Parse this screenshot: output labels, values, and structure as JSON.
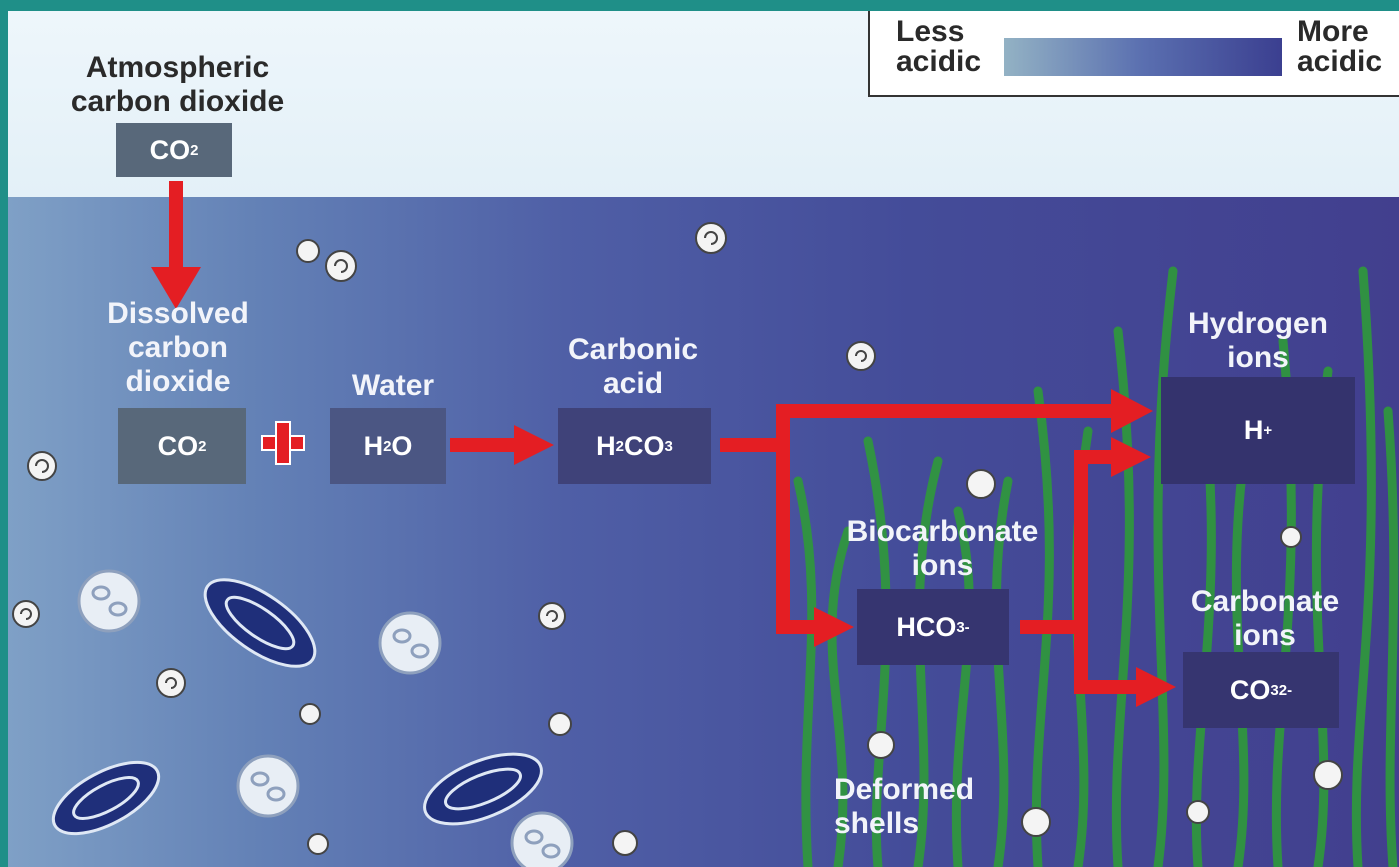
{
  "colors": {
    "arrow": "#e41e23",
    "box_gray": "#58687a",
    "box_dark": "#3a3a78",
    "legend_low": "#93b2c4",
    "legend_high": "#3b3f90",
    "seagrass": "#2f9a3a"
  },
  "legend": {
    "left_label": [
      "Less",
      "acidic"
    ],
    "right_label": [
      "More",
      "acidic"
    ]
  },
  "labels": {
    "atmospheric_co2": [
      "Atmospheric",
      "carbon dioxide"
    ],
    "dissolved_co2": [
      "Dissolved",
      "carbon",
      "dioxide"
    ],
    "water": [
      "Water"
    ],
    "carbonic_acid": [
      "Carbonic",
      "acid"
    ],
    "hydrogen_ions": [
      "Hydrogen",
      "ions"
    ],
    "biocarbonate_ions": [
      "Biocarbonate",
      "ions"
    ],
    "carbonate_ions": [
      "Carbonate",
      "ions"
    ],
    "deformed_shells": [
      "Deformed",
      "shells"
    ]
  },
  "formulas": {
    "atmospheric": {
      "base": "CO",
      "sub": "2"
    },
    "dissolved": {
      "base": "CO",
      "sub": "2"
    },
    "water": {
      "a": "H",
      "sub": "2",
      "b": "O"
    },
    "carbonic": {
      "a": "H",
      "sub1": "2",
      "b": "CO",
      "sub2": "3"
    },
    "hydrogen": {
      "base": "H",
      "sup": "+"
    },
    "bicarbonate": {
      "base": "HCO",
      "sub": "3",
      "sup": "-"
    },
    "carbonate": {
      "base": "CO",
      "sub": "3",
      "sup": "2-"
    }
  },
  "plus_sign": "+"
}
